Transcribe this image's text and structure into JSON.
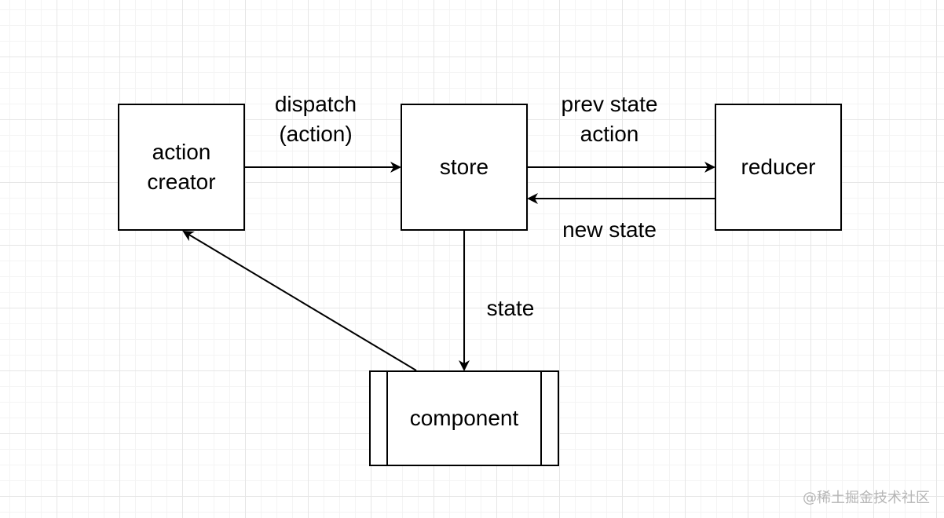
{
  "nodes": {
    "action_creator": {
      "line1": "action",
      "line2": "creator"
    },
    "store": {
      "label": "store"
    },
    "reducer": {
      "label": "reducer"
    },
    "component": {
      "label": "component"
    }
  },
  "edges": {
    "dispatch": {
      "line1": "dispatch",
      "line2": "(action)"
    },
    "prev_state": {
      "line1": "prev state",
      "line2": "action"
    },
    "new_state": {
      "label": "new state"
    },
    "state": {
      "label": "state"
    }
  },
  "watermark": "@稀土掘金技术社区",
  "colors": {
    "stroke": "#000000",
    "grid": "#e6e6e6",
    "background": "#ffffff"
  }
}
